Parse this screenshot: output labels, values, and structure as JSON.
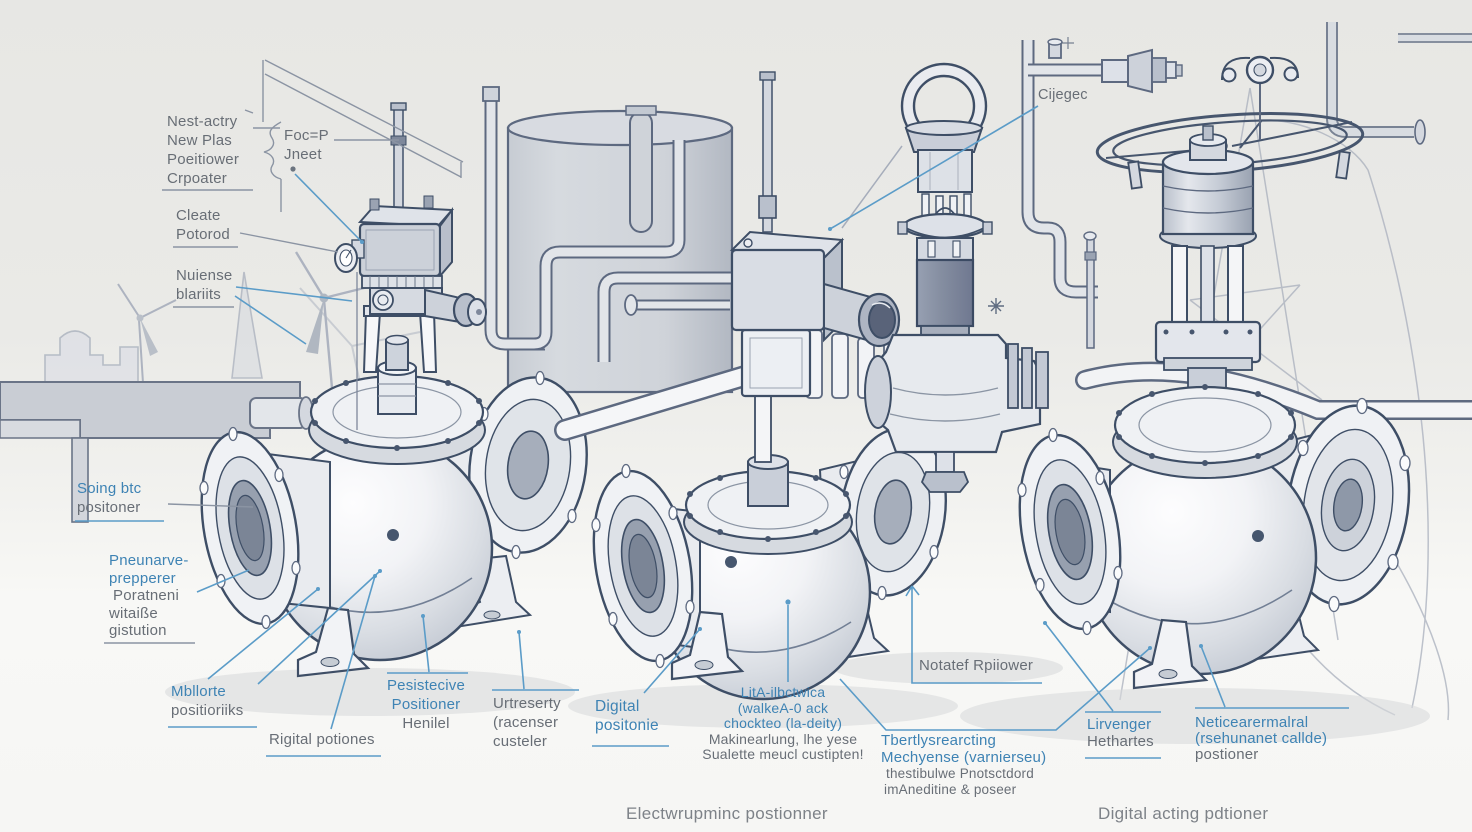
{
  "colors": {
    "blue_text": "#3e83b4",
    "gray_text": "#686e76",
    "leader_blue": "#5b9cc8",
    "line_dark": "#3e4e66",
    "background_top": "#e7e7e4",
    "background_bottom": "#f6f6f4",
    "dark_cylinder": "#6f7890"
  },
  "captions": {
    "left": "Electwrupminc postionner",
    "right": "Digital acting pdtioner"
  },
  "labels": {
    "nestactry": {
      "gray": [
        "Nest-actry",
        "New Plas",
        "Poeitiower",
        "Crpoater"
      ]
    },
    "focp": {
      "gray": [
        "Foc=P",
        "Jneet"
      ]
    },
    "cleate": {
      "gray": [
        "Cleate",
        "Potorod"
      ]
    },
    "nuiense": {
      "gray": [
        "Nuiense",
        "blariits"
      ]
    },
    "cijegec": {
      "gray": [
        "Cijegec"
      ]
    },
    "soing": {
      "blue": [
        "Soing btc"
      ],
      "gray": [
        "positoner"
      ]
    },
    "pneunarve": {
      "blue": [
        "Pneunarve-",
        "prepperer"
      ],
      "gray": [
        "Poratneni",
        "witaiße",
        "gistution"
      ]
    },
    "mbllorte": {
      "blue": [
        "Mbllorte"
      ],
      "gray": [
        "positioriiks"
      ]
    },
    "rigital": {
      "gray": [
        "Rigital potiones"
      ]
    },
    "pesistecive": {
      "blue": [
        "Pesistecive",
        "Positioner"
      ],
      "gray": [
        "Henilel"
      ]
    },
    "urtreserty": {
      "gray": [
        "Urtreserty",
        "(racenser",
        "custeler"
      ]
    },
    "digital": {
      "blue": [
        "Digital",
        "positonie"
      ]
    },
    "lita": {
      "blue": [
        "LitA-ilbctwica",
        "(walkeA-0 ack",
        "chockteo (la-deity)"
      ],
      "gray": [
        "Makinearlung, lhe yese",
        "Sualette meucl custipten!"
      ]
    },
    "tbertly": {
      "blue": [
        "Tbertlysrearcting",
        "Mechyense (varnierseu)"
      ],
      "gray": [
        "thestibulwe Pnotsctdord",
        "imAneditine & poseer"
      ]
    },
    "notatef": {
      "gray": [
        "Notatef Rpiiower"
      ]
    },
    "lirvenger": {
      "blue": [
        "Lirvenger"
      ],
      "gray": [
        "Hethartes"
      ]
    },
    "netice": {
      "blue": [
        "Neticearermalral",
        "(rsehunanet callde)"
      ],
      "gray": [
        "postioner"
      ]
    }
  }
}
